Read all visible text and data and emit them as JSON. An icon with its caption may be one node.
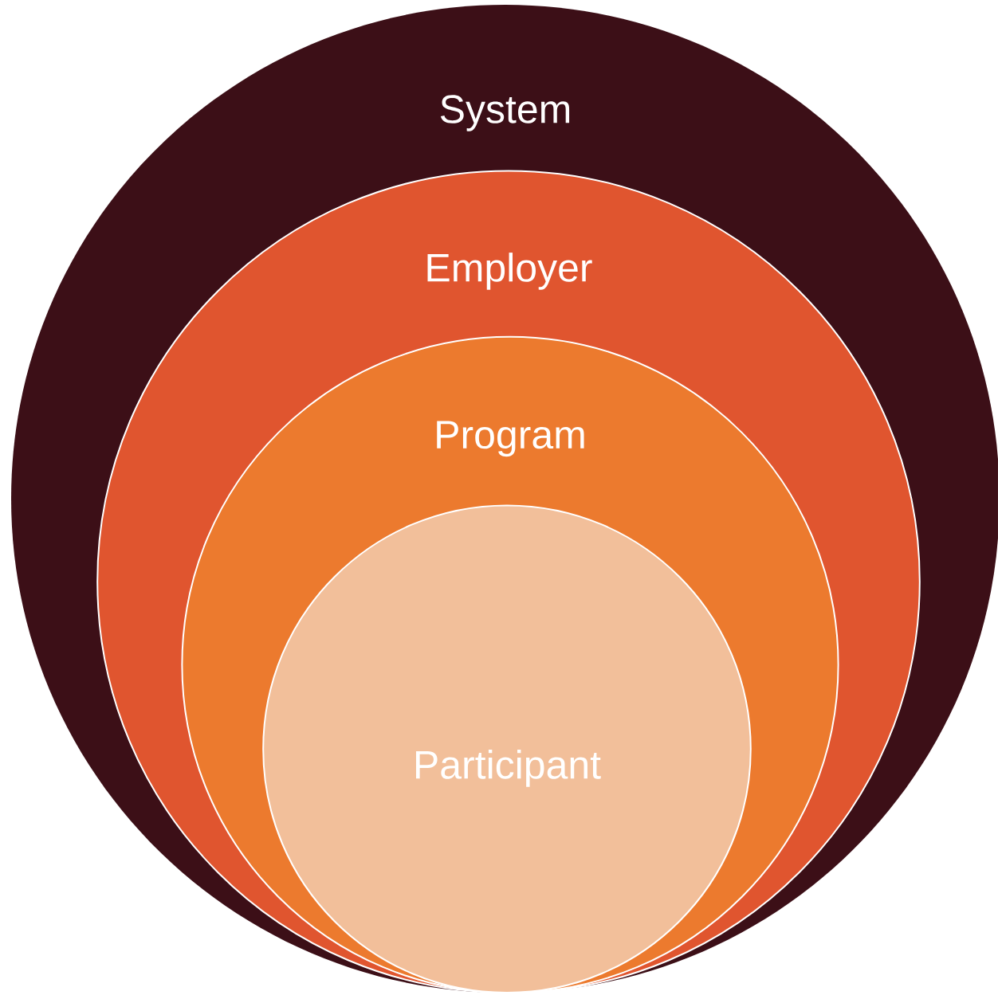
{
  "diagram": {
    "nodes": [
      {
        "text": [
          "System"
        ]
      },
      {
        "text": [
          "Employer"
        ],
        "in": 0
      },
      {
        "text": [
          "Program"
        ],
        "in": 1
      },
      {
        "text": [
          "Participant"
        ],
        "in": 2
      }
    ]
  }
}
